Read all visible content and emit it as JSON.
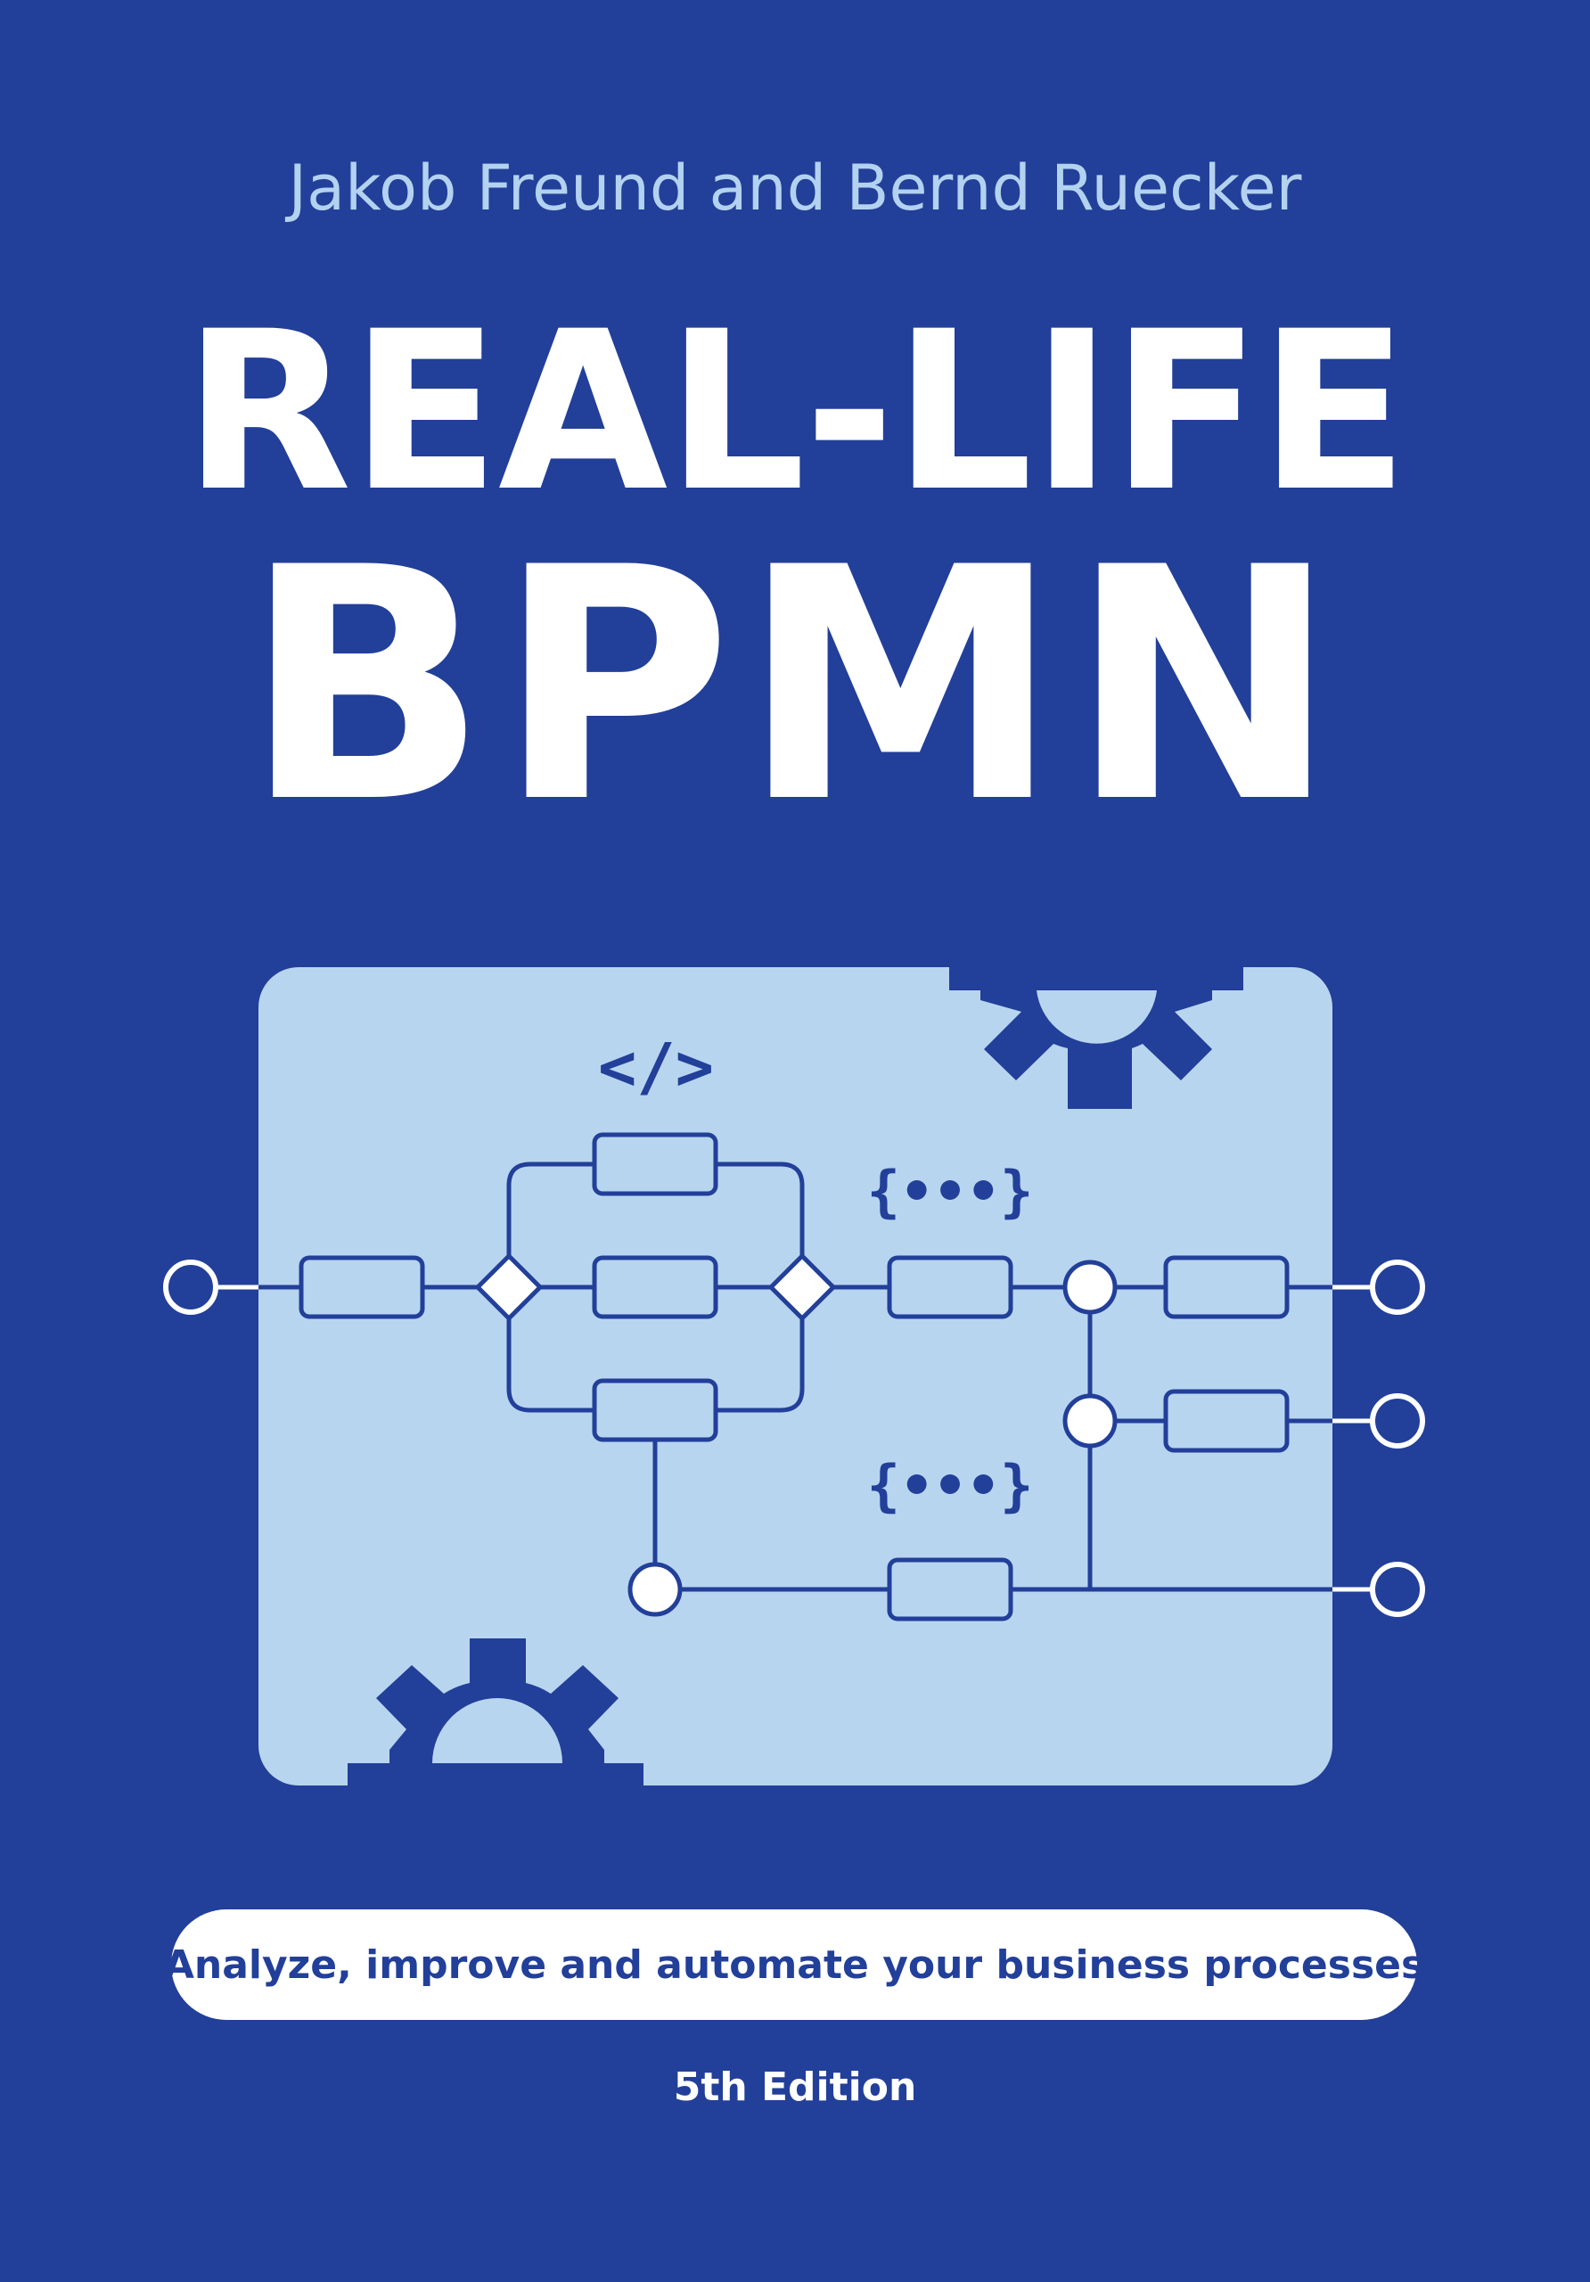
{
  "cover": {
    "authors": "Jakob Freund and Bernd Ruecker",
    "title_line1": "REAL-LIFE",
    "title_line2": "BPMN",
    "tagline": "Analyze, improve and automate your business processes",
    "edition": "5th Edition"
  },
  "diagram": {
    "code_icon_label": "</>",
    "braces_label_1": "{•••}",
    "braces_label_2": "{•••}"
  },
  "icons": [
    "gear-icon",
    "code-icon",
    "braces-icon"
  ],
  "colors": {
    "background": "#223f99",
    "panel": "#b8d5f0",
    "line": "#223f99",
    "authors_text": "#b3d2f0",
    "white": "#ffffff"
  }
}
